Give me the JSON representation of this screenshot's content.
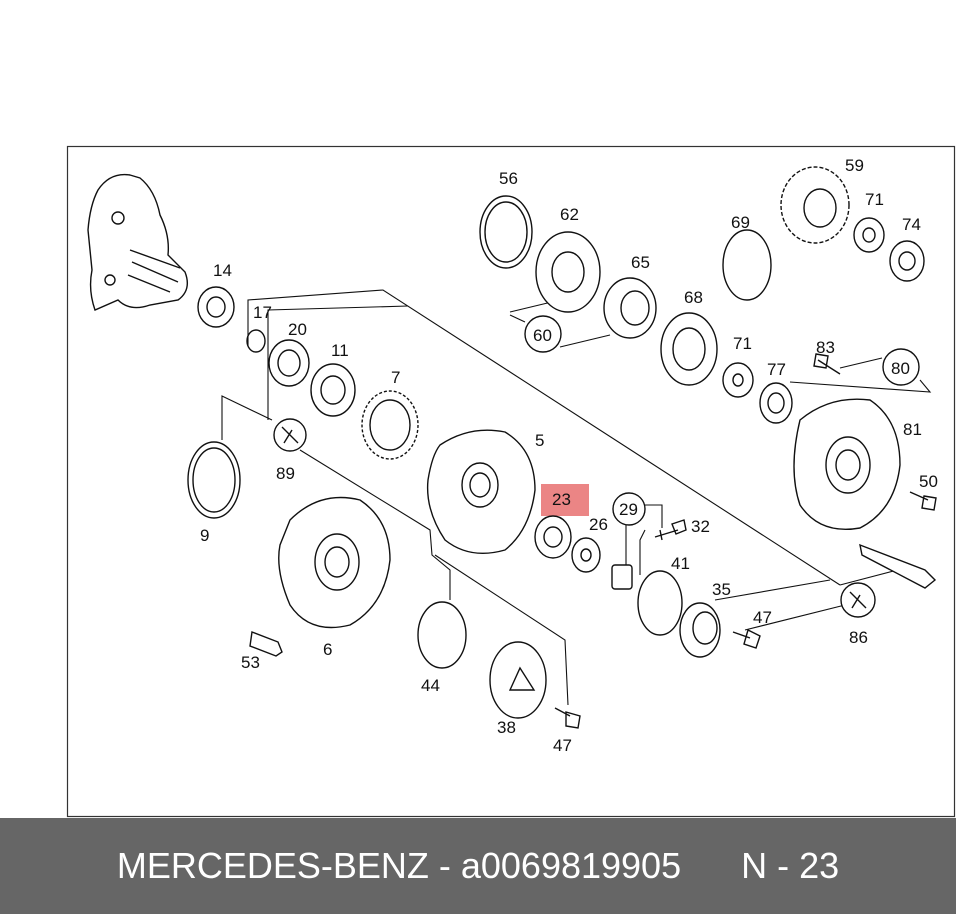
{
  "footer": {
    "brand": "MERCEDES-BENZ",
    "separator": " - ",
    "part_number": "a0069819905",
    "position_label": "N - 23"
  },
  "diagram": {
    "highlighted_callout": "23",
    "highlight_color": "#e87070",
    "callouts": [
      "14",
      "17",
      "20",
      "11",
      "7",
      "9",
      "89",
      "5",
      "23",
      "26",
      "29",
      "32",
      "6",
      "53",
      "44",
      "38",
      "47",
      "41",
      "35",
      "47",
      "86",
      "56",
      "62",
      "65",
      "60",
      "68",
      "71",
      "69",
      "59",
      "71",
      "74",
      "83",
      "80",
      "77",
      "81",
      "50"
    ]
  }
}
